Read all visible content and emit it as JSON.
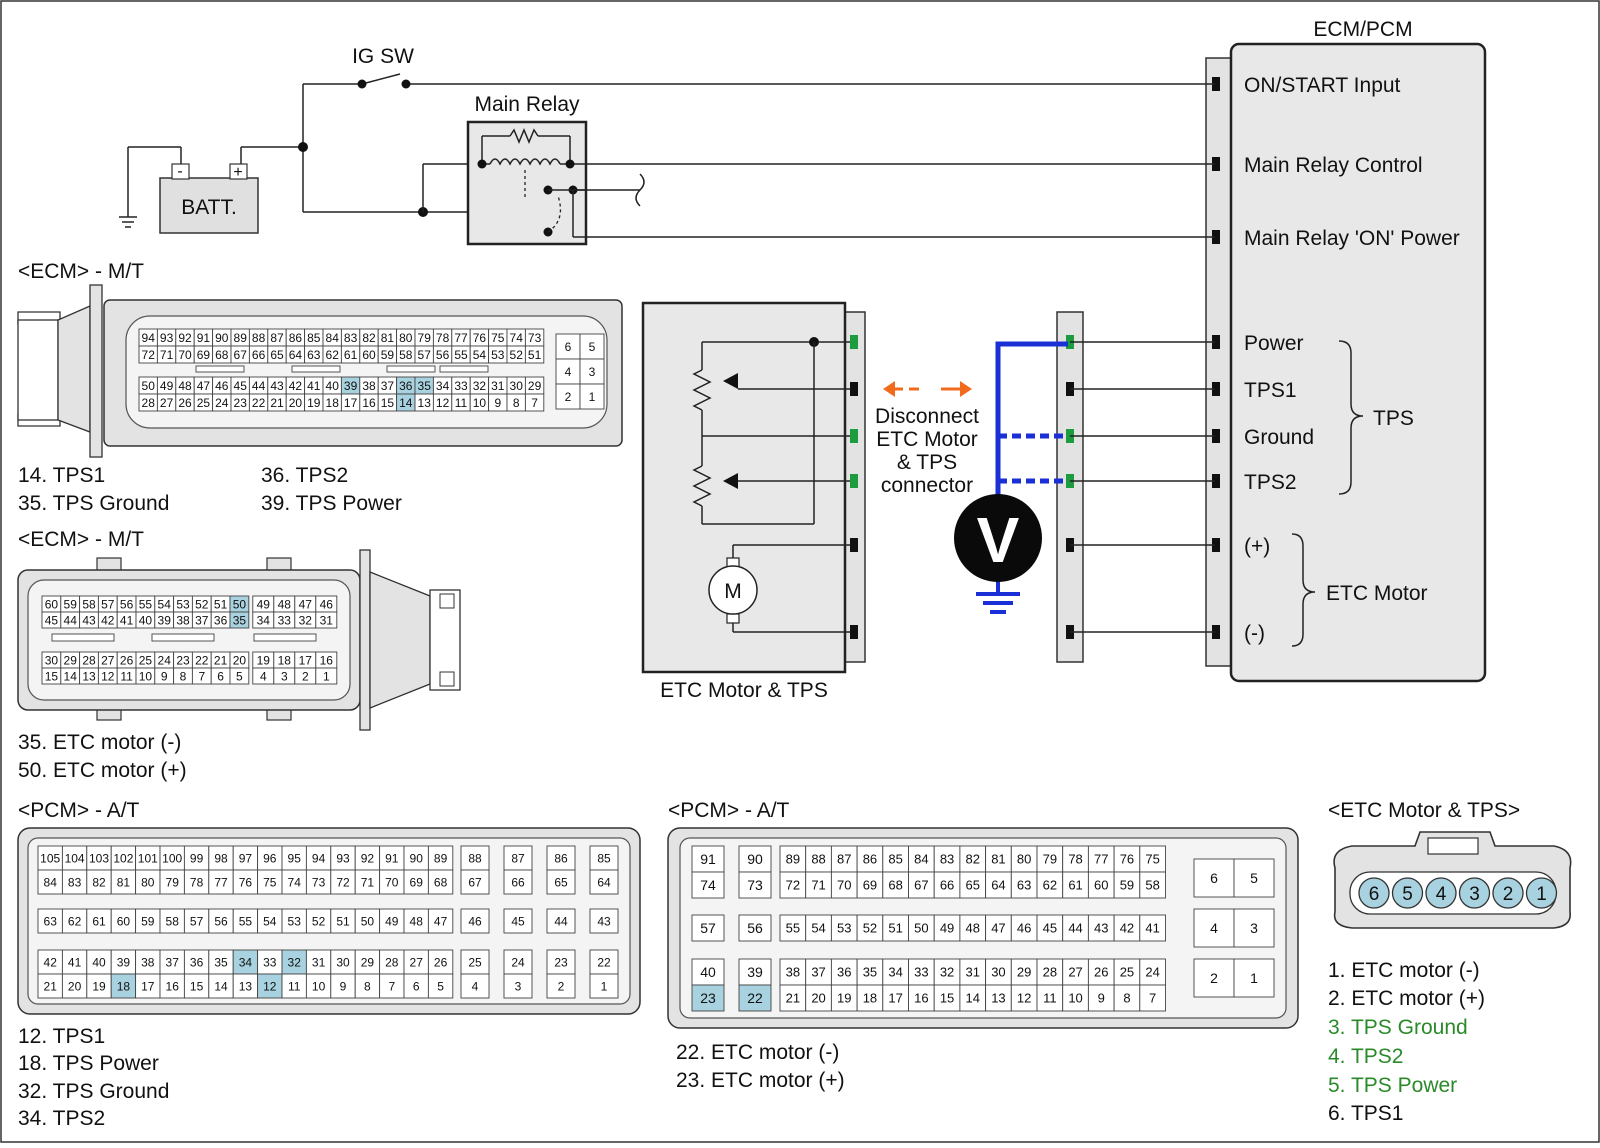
{
  "ecm_pcm": {
    "title": "ECM/PCM",
    "pins": [
      "ON/START Input",
      "Main Relay Control",
      "Main Relay 'ON' Power",
      "Power",
      "TPS1",
      "Ground",
      "TPS2",
      "(+)",
      "(-)"
    ],
    "group_tps": "TPS",
    "group_etc": "ETC Motor"
  },
  "power": {
    "ig_sw": "IG SW",
    "main_relay": "Main Relay",
    "batt": "BATT.",
    "batt_minus": "-",
    "batt_plus": "+"
  },
  "etc_module": {
    "label": "ETC Motor & TPS",
    "motor": "M"
  },
  "instruction": {
    "lines": [
      "Disconnect",
      "ETC Motor",
      "& TPS",
      "connector"
    ]
  },
  "voltmeter": "V",
  "ecm_mt_1": {
    "title": "<ECM> - M/T",
    "row1": [
      "94",
      "93",
      "92",
      "91",
      "90",
      "89",
      "88",
      "87",
      "86",
      "85",
      "84",
      "83",
      "82",
      "81",
      "80",
      "79",
      "78",
      "77",
      "76",
      "75",
      "74",
      "73"
    ],
    "row2": [
      "72",
      "71",
      "70",
      "69",
      "68",
      "67",
      "66",
      "65",
      "64",
      "63",
      "62",
      "61",
      "60",
      "59",
      "58",
      "57",
      "56",
      "55",
      "54",
      "53",
      "52",
      "51"
    ],
    "row3": [
      "50",
      "49",
      "48",
      "47",
      "46",
      "45",
      "44",
      "43",
      "42",
      "41",
      "40",
      "39",
      "38",
      "37",
      "36",
      "35",
      "34",
      "33",
      "32",
      "31",
      "30",
      "29"
    ],
    "row4": [
      "28",
      "27",
      "26",
      "25",
      "24",
      "23",
      "22",
      "21",
      "20",
      "19",
      "18",
      "17",
      "16",
      "15",
      "14",
      "13",
      "12",
      "11",
      "10",
      "9",
      "8",
      "7"
    ],
    "side": [
      "6",
      "5",
      "4",
      "3",
      "2",
      "1"
    ],
    "highlight": [
      "39",
      "36",
      "35",
      "14"
    ],
    "legend_left": [
      "14. TPS1",
      "35. TPS Ground"
    ],
    "legend_right": [
      "36. TPS2",
      "39. TPS Power"
    ]
  },
  "ecm_mt_2": {
    "title": "<ECM> - M/T",
    "row1": [
      "60",
      "59",
      "58",
      "57",
      "56",
      "55",
      "54",
      "53",
      "52",
      "51",
      "50",
      "49",
      "48",
      "47",
      "46"
    ],
    "row2": [
      "45",
      "44",
      "43",
      "42",
      "41",
      "40",
      "39",
      "38",
      "37",
      "36",
      "35",
      "34",
      "33",
      "32",
      "31"
    ],
    "row3": [
      "30",
      "29",
      "28",
      "27",
      "26",
      "25",
      "24",
      "23",
      "22",
      "21",
      "20",
      "19",
      "18",
      "17",
      "16"
    ],
    "row4": [
      "15",
      "14",
      "13",
      "12",
      "11",
      "10",
      "9",
      "8",
      "7",
      "6",
      "5",
      "4",
      "3",
      "2",
      "1"
    ],
    "highlight": [
      "50",
      "35"
    ],
    "legend": [
      "35. ETC motor (-)",
      "50. ETC motor (+)"
    ]
  },
  "pcm_at_1": {
    "title": "<PCM> - A/T",
    "r1": [
      "105",
      "104",
      "103",
      "102",
      "101",
      "100",
      "99",
      "98",
      "97",
      "96",
      "95",
      "94",
      "93",
      "92",
      "91",
      "90",
      "89"
    ],
    "r2": [
      "84",
      "83",
      "82",
      "81",
      "80",
      "79",
      "78",
      "77",
      "76",
      "75",
      "74",
      "73",
      "72",
      "71",
      "70",
      "69",
      "68"
    ],
    "r3": [
      "63",
      "62",
      "61",
      "60",
      "59",
      "58",
      "57",
      "56",
      "55",
      "54",
      "53",
      "52",
      "51",
      "50",
      "49",
      "48",
      "47"
    ],
    "r4": [
      "42",
      "41",
      "40",
      "39",
      "38",
      "37",
      "36",
      "35",
      "34",
      "33",
      "32",
      "31",
      "30",
      "29",
      "28",
      "27",
      "26"
    ],
    "r5": [
      "21",
      "20",
      "19",
      "18",
      "17",
      "16",
      "15",
      "14",
      "13",
      "12",
      "11",
      "10",
      "9",
      "8",
      "7",
      "6",
      "5"
    ],
    "s1": [
      "88",
      "87",
      "86",
      "85"
    ],
    "s2": [
      "67",
      "66",
      "65",
      "64"
    ],
    "s3": [
      "46",
      "45",
      "44",
      "43"
    ],
    "s4": [
      "25",
      "24",
      "23",
      "22"
    ],
    "s5": [
      "4",
      "3",
      "2",
      "1"
    ],
    "highlight": [
      "34",
      "32",
      "18",
      "12"
    ],
    "legend": [
      "12. TPS1",
      "18. TPS Power",
      "32. TPS Ground",
      "34. TPS2"
    ]
  },
  "pcm_at_2": {
    "title": "<PCM> - A/T",
    "left1": [
      "91",
      "90"
    ],
    "left2": [
      "74",
      "73"
    ],
    "left3": [
      "57",
      "56"
    ],
    "left4": [
      "40",
      "39"
    ],
    "left5": [
      "23",
      "22"
    ],
    "r1": [
      "89",
      "88",
      "87",
      "86",
      "85",
      "84",
      "83",
      "82",
      "81",
      "80",
      "79",
      "78",
      "77",
      "76",
      "75"
    ],
    "r2": [
      "72",
      "71",
      "70",
      "69",
      "68",
      "67",
      "66",
      "65",
      "64",
      "63",
      "62",
      "61",
      "60",
      "59",
      "58"
    ],
    "r3": [
      "55",
      "54",
      "53",
      "52",
      "51",
      "50",
      "49",
      "48",
      "47",
      "46",
      "45",
      "44",
      "43",
      "42",
      "41"
    ],
    "r4": [
      "38",
      "37",
      "36",
      "35",
      "34",
      "33",
      "32",
      "31",
      "30",
      "29",
      "28",
      "27",
      "26",
      "25",
      "24"
    ],
    "r5": [
      "21",
      "20",
      "19",
      "18",
      "17",
      "16",
      "15",
      "14",
      "13",
      "12",
      "11",
      "10",
      "9",
      "8",
      "7"
    ],
    "side": [
      "6",
      "5",
      "4",
      "3",
      "2",
      "1"
    ],
    "highlight": [
      "23",
      "22"
    ],
    "legend": [
      "22. ETC motor (-)",
      "23. ETC motor (+)"
    ]
  },
  "etc_conn": {
    "title": "<ETC Motor & TPS>",
    "pins": [
      "6",
      "5",
      "4",
      "3",
      "2",
      "1"
    ],
    "legend": [
      "1. ETC motor (-)",
      "2. ETC motor (+)",
      "3. TPS Ground",
      "4. TPS2",
      "5. TPS Power",
      "6. TPS1"
    ],
    "legend_colors": [
      "#111111",
      "#111111",
      "#2a8a2a",
      "#2a8a2a",
      "#2a8a2a",
      "#111111"
    ]
  },
  "colors": {
    "highlight": "#a8d2df",
    "probe": "#1a2fd6",
    "arrow": "#f26b1d",
    "pin_green": "#1d9b3f"
  }
}
